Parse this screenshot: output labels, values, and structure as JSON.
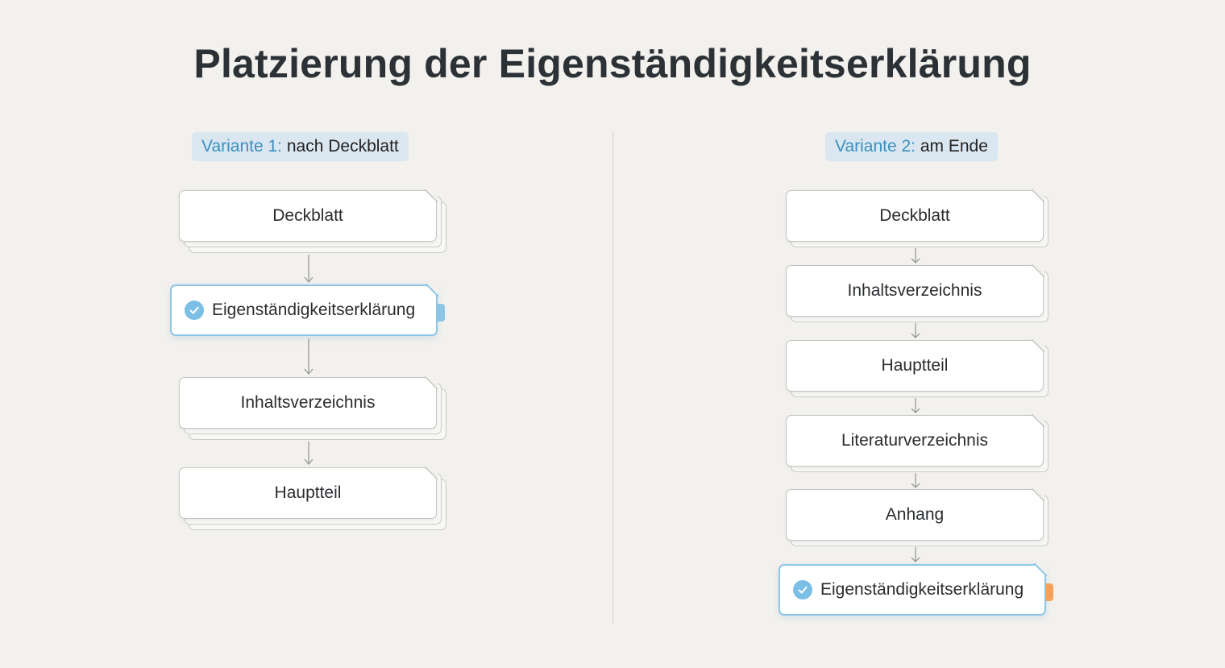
{
  "title": "Platzierung der Eigenständigkeitserklärung",
  "variant1": {
    "label_key": "Variante 1:",
    "label_rest": "nach Deckblatt",
    "items": [
      "Deckblatt",
      "Eigenständigkeitserklärung",
      "Inhaltsverzeichnis",
      "Hauptteil"
    ]
  },
  "variant2": {
    "label_key": "Variante 2:",
    "label_rest": "am Ende",
    "items": [
      "Deckblatt",
      "Inhaltsverzeichnis",
      "Hauptteil",
      "Literaturverzeichnis",
      "Anhang",
      "Eigenständigkeitserklärung"
    ]
  },
  "colors": {
    "highlight_border": "#8dc5e6",
    "check": "#7cbfe6",
    "tab_variant1": "#8dc5e6",
    "tab_variant2": "#f4a25a",
    "badge_bg": "#dbe7f0",
    "badge_key": "#3b8fbf"
  }
}
